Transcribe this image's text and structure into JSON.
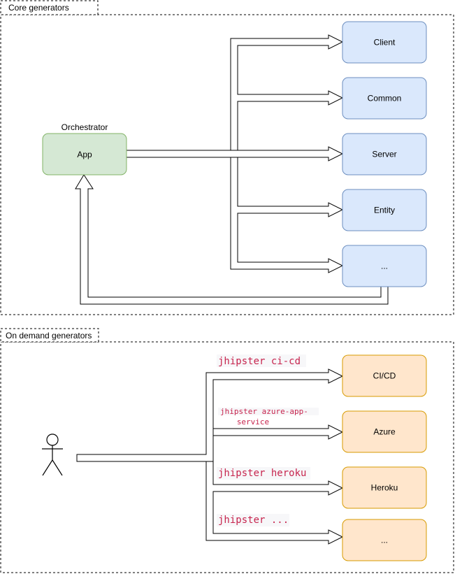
{
  "core": {
    "title": "Core generators",
    "orchestrator_label": "Orchestrator",
    "app_label": "App",
    "generators": [
      "Client",
      "Common",
      "Server",
      "Entity",
      "..."
    ],
    "colors": {
      "generator_fill": "#dae8fc",
      "generator_stroke": "#6c8ebf",
      "app_fill": "#d5e8d4",
      "app_stroke": "#82b366"
    }
  },
  "on_demand": {
    "title": "On demand generators",
    "actor_icon": "person-icon",
    "generators": [
      "CI/CD",
      "Azure",
      "Heroku",
      "..."
    ],
    "commands": [
      "jhipster ci-cd",
      "jhipster azure-app-service",
      "jhipster heroku",
      "jhipster ..."
    ],
    "colors": {
      "generator_fill": "#ffe6cc",
      "generator_stroke": "#d79b00",
      "command_text": "#c7254e"
    }
  }
}
